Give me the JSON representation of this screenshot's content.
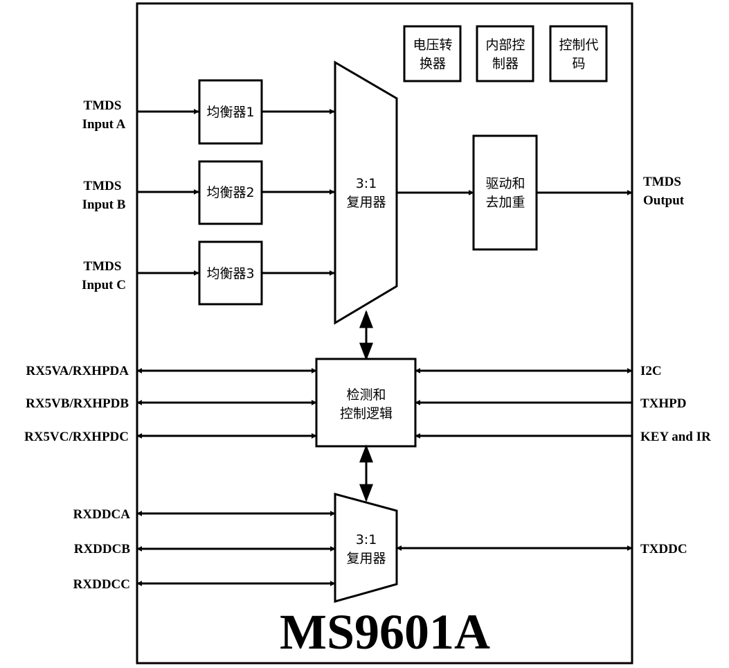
{
  "chip": {
    "title": "MS9601A"
  },
  "top_blocks": [
    {
      "lines": [
        "电压转",
        "换器"
      ]
    },
    {
      "lines": [
        "内部控",
        "制器"
      ]
    },
    {
      "lines": [
        "控制代",
        "码"
      ]
    }
  ],
  "equalizers": [
    "均衡器1",
    "均衡器2",
    "均衡器3"
  ],
  "inputs": [
    {
      "lines": [
        "TMDS",
        "Input A"
      ]
    },
    {
      "lines": [
        "TMDS",
        "Input B"
      ]
    },
    {
      "lines": [
        "TMDS",
        "Input C"
      ]
    }
  ],
  "mux_top": {
    "lines": [
      "3:1",
      "复用器"
    ]
  },
  "driver": {
    "lines": [
      "驱动和",
      "去加重"
    ]
  },
  "output": {
    "lines": [
      "TMDS",
      "Output"
    ]
  },
  "logic": {
    "lines": [
      "检测和",
      "控制逻辑"
    ]
  },
  "left_hpd": [
    "RX5VA/RXHPDA",
    "RX5VB/RXHPDB",
    "RX5VC/RXHPDC"
  ],
  "right_ctrl": [
    "I2C",
    "TXHPD",
    "KEY and IR"
  ],
  "mux_bottom": {
    "lines": [
      "3:1",
      "复用器"
    ]
  },
  "left_ddc": [
    "RXDDCA",
    "RXDDCB",
    "RXDDCC"
  ],
  "right_ddc": "TXDDC"
}
